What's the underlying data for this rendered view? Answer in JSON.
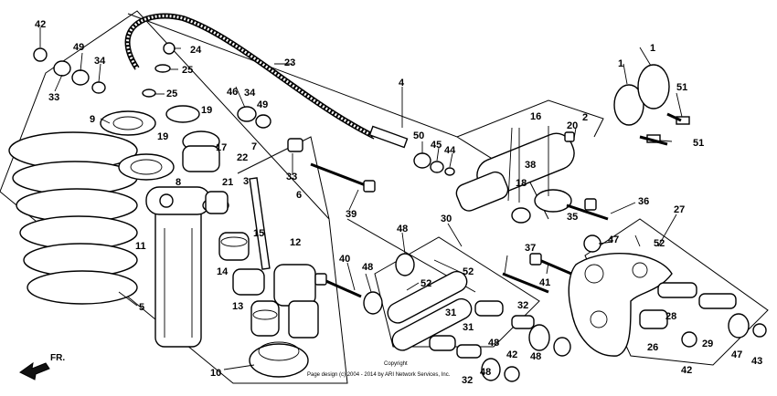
{
  "diagram": {
    "direction_label": "FR.",
    "copyright_line1": "Copyright",
    "copyright_line2": "Page design (c) 2004 - 2014 by ARI Network Services, Inc.",
    "callouts": {
      "c1a": "1",
      "c1b": "1",
      "c2": "2",
      "c3": "3",
      "c4": "4",
      "c5": "5",
      "c6": "6",
      "c7": "7",
      "c8": "8",
      "c9": "9",
      "c10": "10",
      "c11": "11",
      "c12": "12",
      "c13": "13",
      "c14": "14",
      "c15": "15",
      "c16": "16",
      "c17": "17",
      "c18": "18",
      "c19a": "19",
      "c19b": "19",
      "c20": "20",
      "c21": "21",
      "c22": "22",
      "c23": "23",
      "c24": "24",
      "c25a": "25",
      "c25b": "25",
      "c26": "26",
      "c27": "27",
      "c28": "28",
      "c29": "29",
      "c30": "30",
      "c31a": "31",
      "c31b": "31",
      "c32a": "32",
      "c32b": "32",
      "c33a": "33",
      "c33b": "33",
      "c34a": "34",
      "c34b": "34",
      "c35": "35",
      "c36": "36",
      "c37": "37",
      "c38": "38",
      "c39": "39",
      "c40": "40",
      "c41": "41",
      "c42a": "42",
      "c42b": "42",
      "c42c": "42",
      "c43": "43",
      "c44": "44",
      "c45": "45",
      "c46": "46",
      "c47a": "47",
      "c47b": "47",
      "c48a": "48",
      "c48b": "48",
      "c48c": "48",
      "c48d": "48",
      "c48e": "48",
      "c49a": "49",
      "c49b": "49",
      "c50": "50",
      "c51a": "51",
      "c51b": "51",
      "c52a": "52",
      "c52b": "52",
      "c52c": "52"
    }
  }
}
